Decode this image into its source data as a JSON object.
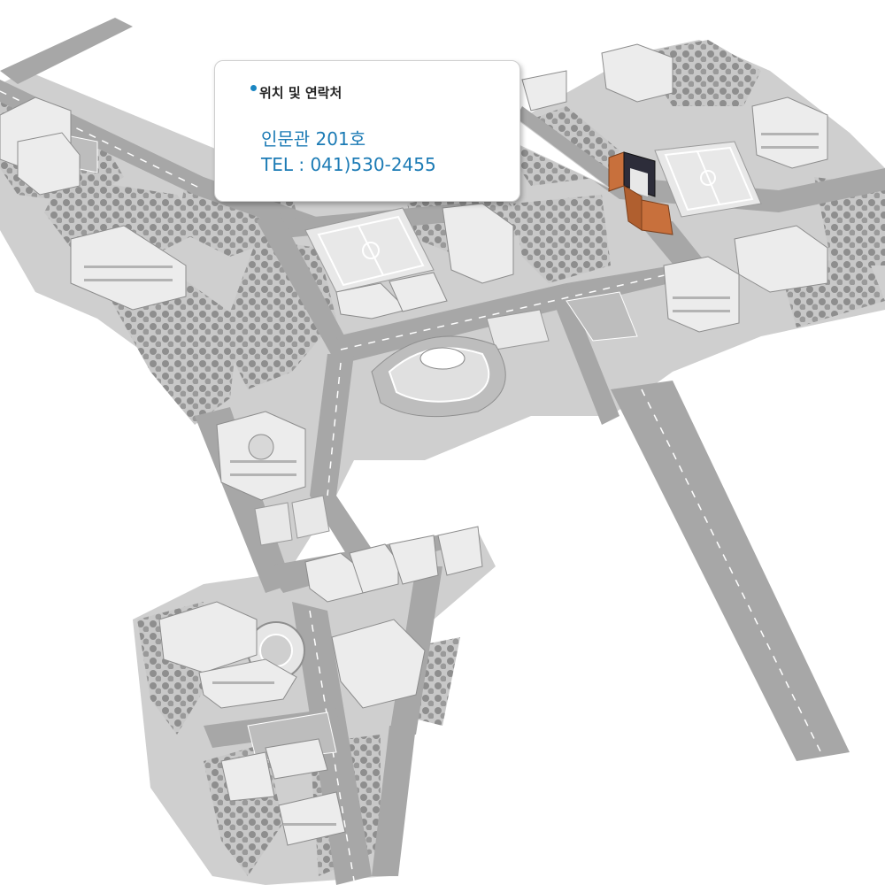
{
  "info_box": {
    "title": "위치 및 연락처",
    "room": "인문관 201호",
    "tel": "TEL : 041)530-2455",
    "accent_color": "#1a86c2"
  },
  "map": {
    "style": "grayscale isometric campus map",
    "highlight_color": "#c8703c",
    "icons": [
      "building-icon",
      "soccer-field-icon",
      "basketball-court-icon",
      "tree-icon",
      "stadium-icon"
    ]
  }
}
